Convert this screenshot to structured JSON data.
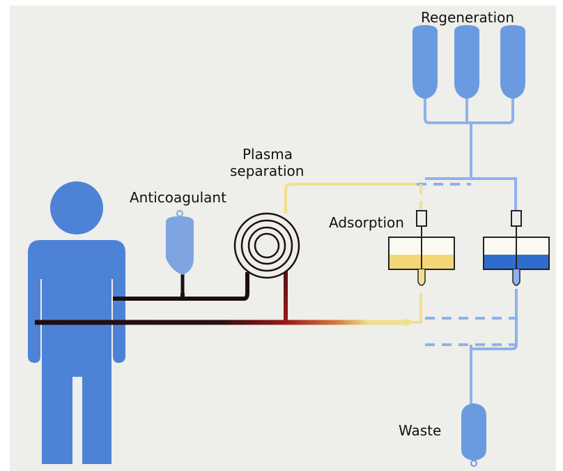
{
  "labels": {
    "regeneration": "Regeneration",
    "plasma_line1": "Plasma",
    "plasma_line2": "separation",
    "anticoagulant": "Anticoagulant",
    "adsorption": "Adsorption",
    "waste": "Waste"
  },
  "colors": {
    "background": "#eeeeea",
    "figure_blue": "#4e82d6",
    "bag_blue": "#6a9be0",
    "tube_blue": "#8cb2ee",
    "plasma_yellow": "#f2df8e",
    "blood_dark": "#1c0f10",
    "blood_red": "#9b1818",
    "column_fill_yellow": "#f3d777",
    "column_fill_blue": "#2f6ccc"
  },
  "icons": {
    "person": "person-icon",
    "bag": "bag-icon",
    "separator": "plasma-separator-icon",
    "column": "adsorption-column-icon"
  }
}
